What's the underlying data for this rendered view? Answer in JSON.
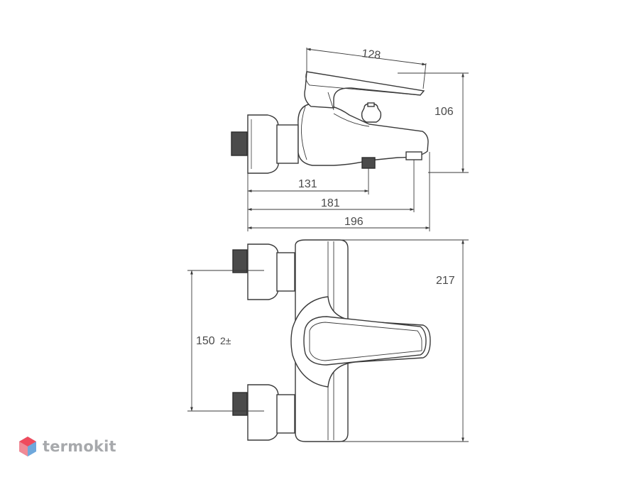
{
  "dimensions": {
    "spout_lever_width": "128",
    "top_height": "106",
    "inlet_to_diverter": "131",
    "inlet_to_outlet": "181",
    "overall_depth": "196",
    "overall_height": "217",
    "center_distance": "150",
    "center_tolerance": "2±"
  },
  "brand": {
    "name": "termokit"
  },
  "colors": {
    "line": "#3a3a3a",
    "fill": "#ffffff",
    "metal_dark": "#4b4b4b",
    "logo_red": "#ef4b5d",
    "logo_blue": "#6fa8dc",
    "logo_text": "#a7a9ac"
  }
}
